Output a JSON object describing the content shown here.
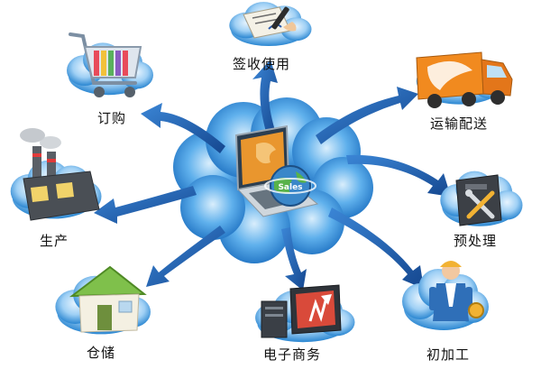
{
  "nodes": {
    "sign": {
      "label": "签收使用",
      "icon": "signing-document-icon"
    },
    "order": {
      "label": "订购",
      "icon": "shopping-cart-icon"
    },
    "transport": {
      "label": "运输配送",
      "icon": "delivery-truck-icon"
    },
    "production": {
      "label": "生产",
      "icon": "factory-icon"
    },
    "preprocess": {
      "label": "预处理",
      "icon": "toolbox-icon"
    },
    "warehouse": {
      "label": "仓储",
      "icon": "warehouse-house-icon"
    },
    "ecommerce": {
      "label": "电子商务",
      "icon": "ecommerce-computer-icon"
    },
    "processing": {
      "label": "初加工",
      "icon": "worker-icon"
    }
  },
  "hub": {
    "icon": "laptop-globe-icon",
    "globe_text": "Sales"
  },
  "colors": {
    "cloud": "#2f8fd6",
    "cloud_light": "#cfe8fb",
    "arrow": "#1f5fa8",
    "text": "#111111"
  }
}
